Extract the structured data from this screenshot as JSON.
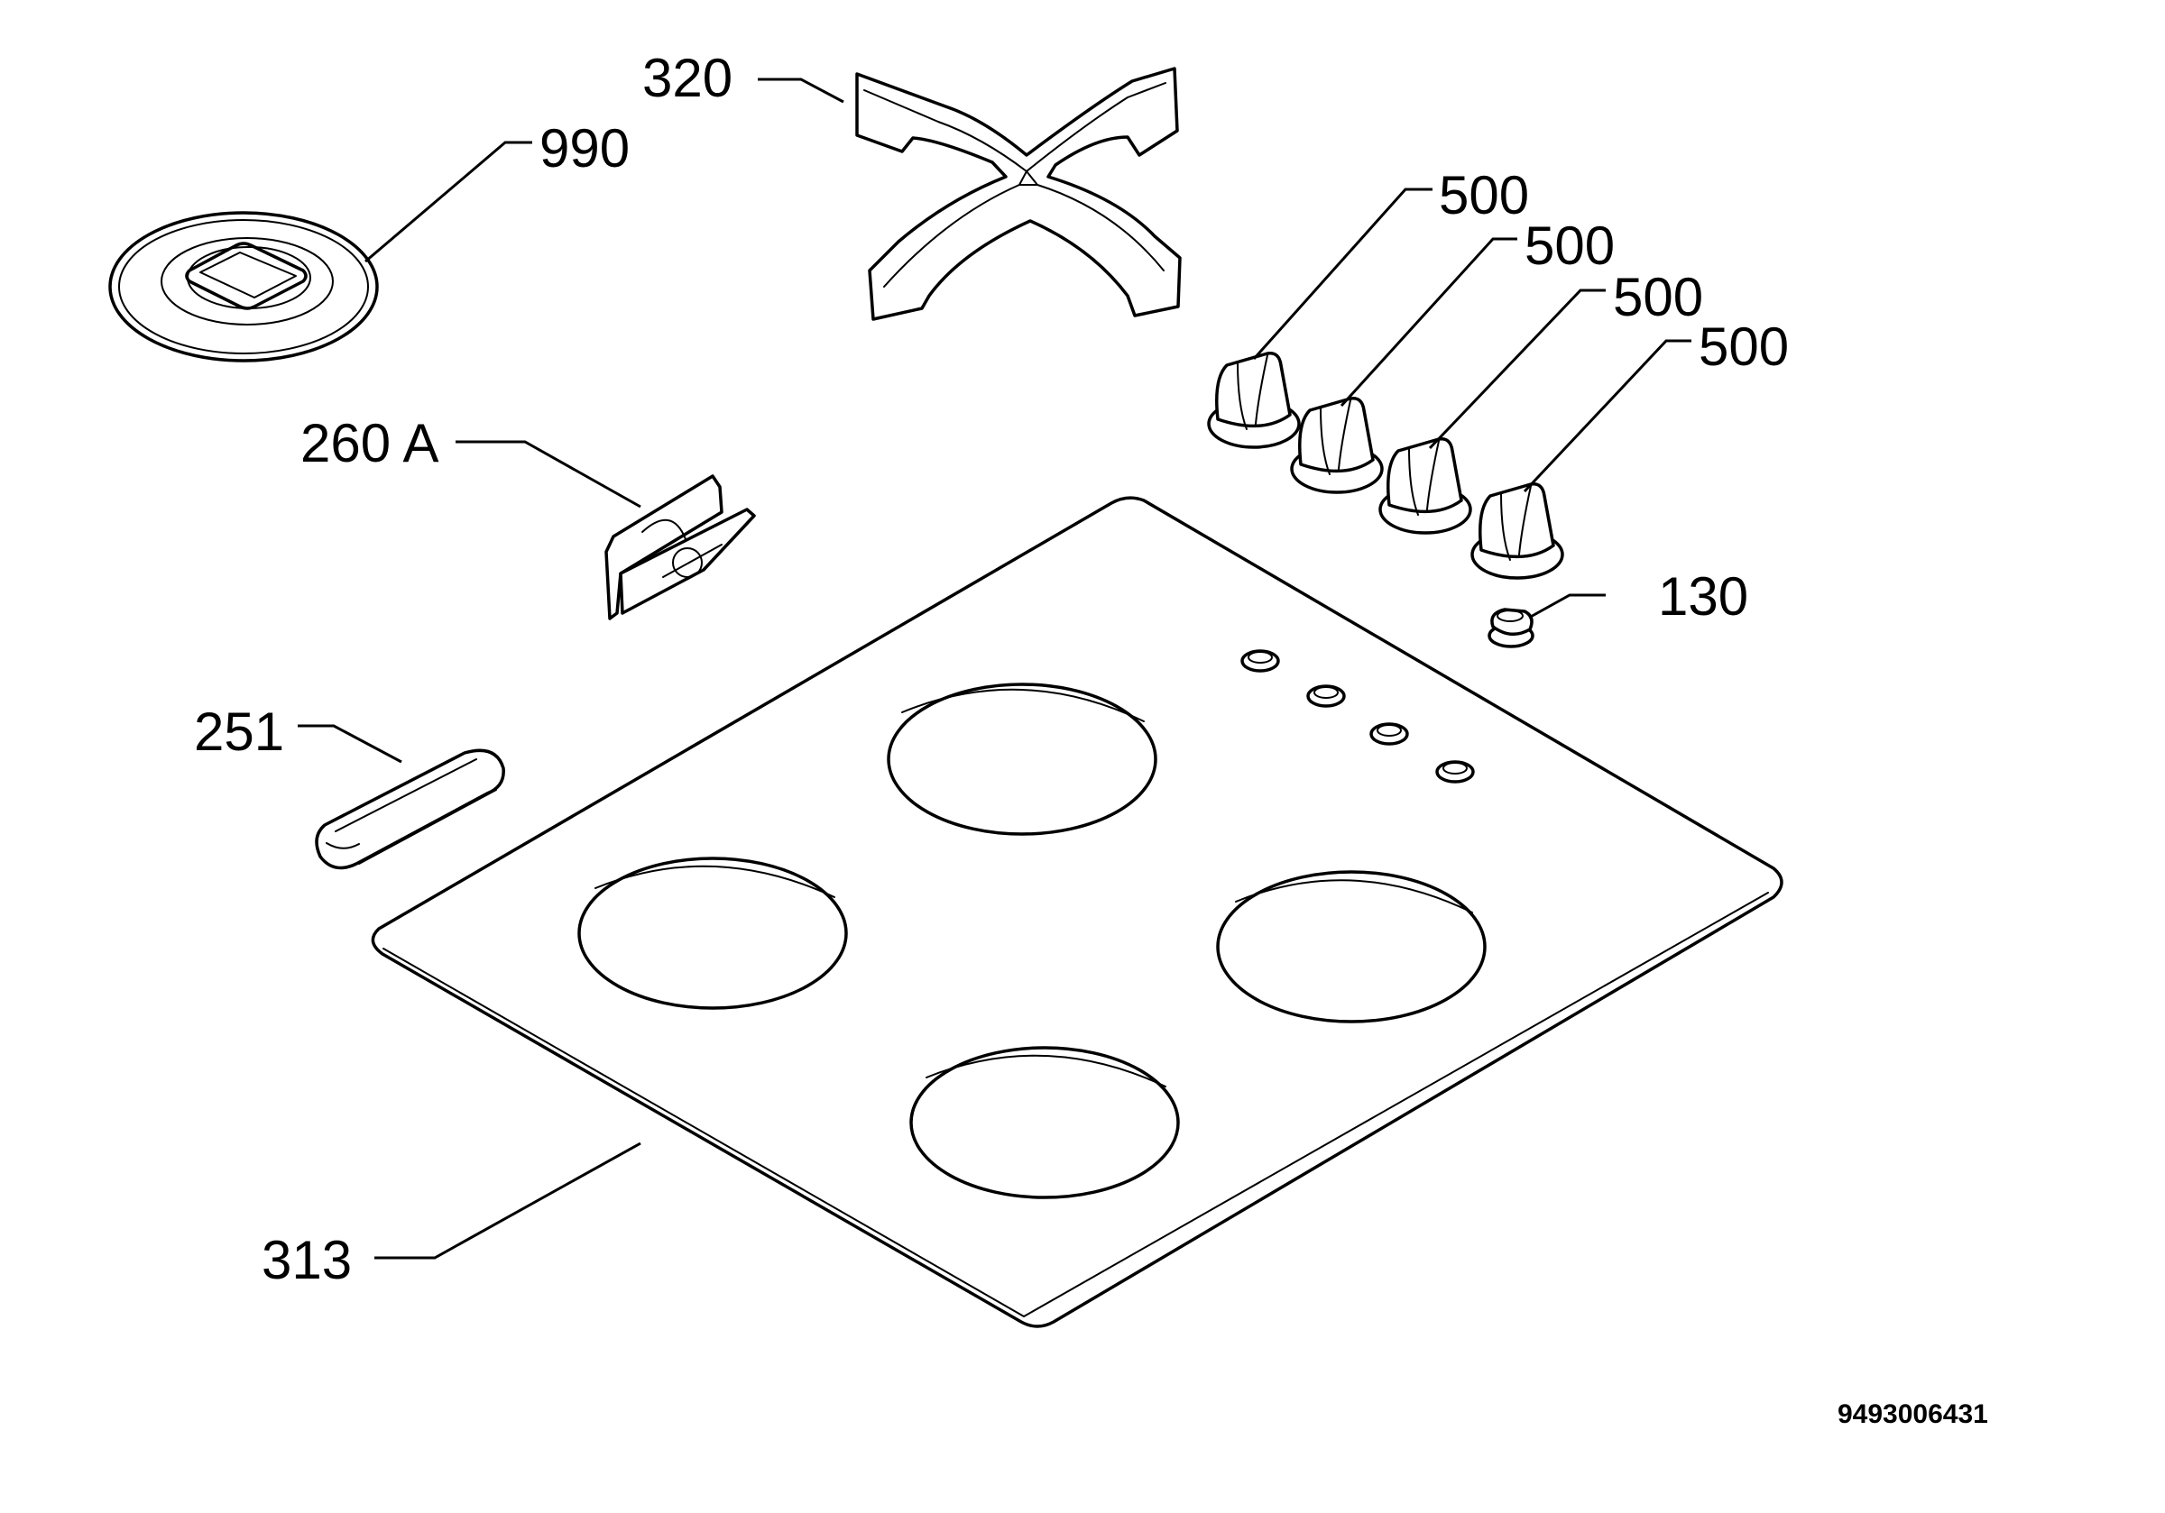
{
  "callouts": {
    "p320": "320",
    "p990": "990",
    "p500a": "500",
    "p500b": "500",
    "p500c": "500",
    "p500d": "500",
    "p260a": "260 A",
    "p130": "130",
    "p251": "251",
    "p313": "313"
  },
  "drawing_number": "9493006431"
}
